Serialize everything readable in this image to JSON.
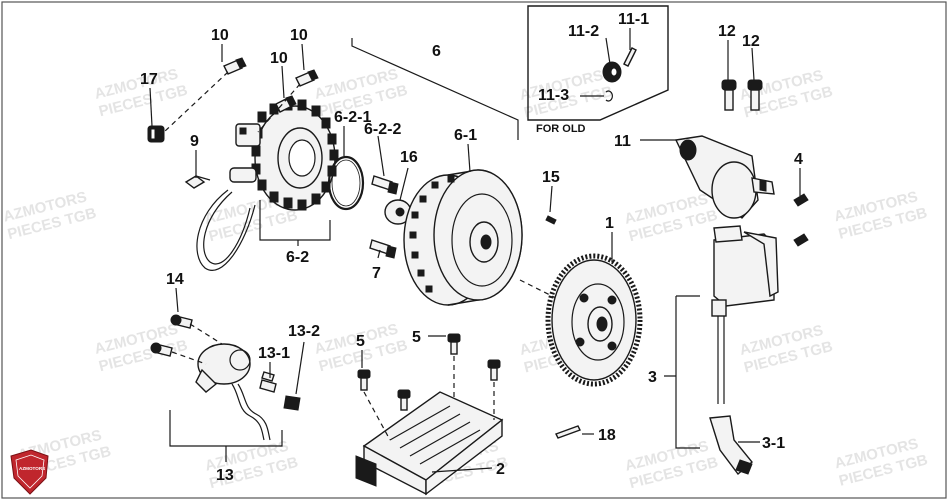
{
  "callouts": {
    "c1": "1",
    "c2": "2",
    "c3": "3",
    "c3_1": "3-1",
    "c4": "4",
    "c5a": "5",
    "c5b": "5",
    "c6": "6",
    "c6_1": "6-1",
    "c6_2": "6-2",
    "c6_2_1": "6-2-1",
    "c6_2_2": "6-2-2",
    "c7": "7",
    "c9": "9",
    "c10a": "10",
    "c10b": "10",
    "c10c": "10",
    "c11": "11",
    "c11_1": "11-1",
    "c11_2": "11-2",
    "c11_3": "11-3",
    "c12a": "12",
    "c12b": "12",
    "c13": "13",
    "c13_1": "13-1",
    "c13_2": "13-2",
    "c14": "14",
    "c15": "15",
    "c16": "16",
    "c17": "17",
    "c18": "18"
  },
  "inset_label": "FOR OLD",
  "watermark": {
    "line1": "AZMOTORS",
    "line2": "PIECES TGB"
  },
  "logo_text": "AZMOTORS",
  "colors": {
    "logo_red": "#c0262d",
    "line": "#1a1a1a",
    "watermark": "#cfcfcf"
  }
}
